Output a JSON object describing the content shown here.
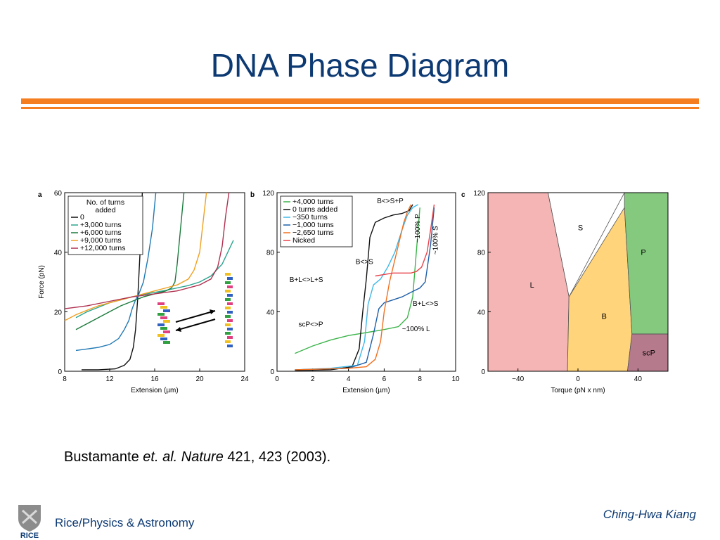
{
  "slide": {
    "title": "DNA Phase Diagram",
    "citation": {
      "author": "Bustamante",
      "etal": "et. al.",
      "journal": "Nature",
      "rest": "421, 423 (2003)."
    },
    "author": "Ching-Hwa Kiang",
    "footer_org": "Rice/Physics & Astronomy",
    "logo_text": "RICE",
    "accent_color": "#f57e20",
    "title_color": "#0d3a73"
  },
  "chart_data": [
    {
      "panel": "a",
      "type": "line",
      "xlabel": "Extension (µm)",
      "ylabel": "Force (pN)",
      "xlim": [
        8,
        24
      ],
      "ylim": [
        0,
        60
      ],
      "xticks": [
        8,
        12,
        16,
        20,
        24
      ],
      "yticks": [
        0,
        20,
        40,
        60
      ],
      "legend_title": "No. of turns added",
      "legend_position": "top-left",
      "series": [
        {
          "name": "0",
          "color": "#111111",
          "x": [
            9.5,
            11,
            12.5,
            13.3,
            13.8,
            14.1,
            14.3,
            14.5,
            14.7,
            14.9
          ],
          "y": [
            0.5,
            0.5,
            0.8,
            2,
            4,
            8,
            14,
            25,
            40,
            60
          ]
        },
        {
          "name": "+3,000 turns",
          "color": "#2aa58e",
          "x": [
            9,
            10,
            11,
            12,
            13,
            14,
            15,
            16,
            17,
            18,
            19,
            20,
            21,
            22,
            23
          ],
          "y": [
            18,
            20,
            21.5,
            23,
            24,
            25,
            25.8,
            26.5,
            27.2,
            28,
            28.8,
            30,
            32,
            36,
            44
          ]
        },
        {
          "name": "+6,000 turns",
          "color": "#1b7a3c",
          "x": [
            9,
            10,
            11,
            12,
            13,
            14,
            15,
            16,
            17,
            17.5,
            17.8,
            18,
            18.3,
            18.6
          ],
          "y": [
            14,
            16,
            18,
            20,
            22,
            23.5,
            25,
            26,
            27,
            28,
            30,
            36,
            48,
            60
          ]
        },
        {
          "name": "+9,000 turns",
          "color": "#f0a020",
          "x": [
            8,
            9,
            10,
            11,
            12,
            13,
            14,
            15,
            16,
            17,
            18,
            19,
            19.5,
            20,
            20.3,
            20.6
          ],
          "y": [
            17,
            19,
            20.5,
            22,
            23,
            24,
            25,
            26,
            27,
            28,
            29,
            31,
            34,
            40,
            50,
            60
          ]
        },
        {
          "name": "+12,000 turns",
          "color": "#b03050",
          "x": [
            8,
            10,
            12,
            14,
            16,
            18,
            20,
            21,
            21.6,
            22,
            22.3,
            22.6
          ],
          "y": [
            21,
            22,
            23.5,
            25,
            26,
            27,
            29,
            31,
            35,
            42,
            52,
            60
          ]
        },
        {
          "name": "",
          "color": "#1f78b4",
          "x": [
            9,
            10,
            11,
            12,
            12.8,
            13.3,
            13.7,
            14,
            14.3,
            14.6,
            15,
            15.4,
            15.8,
            16.1
          ],
          "y": [
            7,
            7.5,
            8,
            9,
            11,
            14,
            17,
            21,
            24,
            26,
            30,
            38,
            48,
            60
          ]
        }
      ]
    },
    {
      "panel": "b",
      "type": "line",
      "xlabel": "Extension (µm)",
      "ylabel": "",
      "xlim": [
        0,
        10
      ],
      "ylim": [
        0,
        120
      ],
      "xticks": [
        0,
        2,
        4,
        6,
        8,
        10
      ],
      "yticks": [
        0,
        40,
        80,
        120
      ],
      "legend_position": "top-left",
      "annotations": [
        "B<>S+P",
        "B<>S",
        "B+L<>L+S",
        "scP<>P",
        "~100% P",
        "~100% S",
        "B+L<>S",
        "~100% L"
      ],
      "series": [
        {
          "name": "+4,000 turns",
          "color": "#3cb44b",
          "x": [
            1,
            2,
            3,
            4,
            5,
            6,
            6.8,
            7.3,
            7.6,
            7.8,
            8
          ],
          "y": [
            12,
            17,
            21,
            24,
            26,
            28,
            30,
            36,
            50,
            80,
            110
          ]
        },
        {
          "name": "0 turns added",
          "color": "#111111",
          "x": [
            1,
            3,
            4.2,
            4.6,
            4.8,
            5,
            5.2,
            5.5,
            6,
            6.5,
            7,
            7.4,
            7.6
          ],
          "y": [
            0.5,
            1,
            3,
            15,
            40,
            62,
            90,
            100,
            103,
            105,
            106,
            108,
            112
          ]
        },
        {
          "name": "-350 turns",
          "color": "#3fb8e8",
          "x": [
            1,
            3,
            4.5,
            4.9,
            5.1,
            5.4,
            5.8,
            6.2,
            6.6,
            7,
            7.3,
            7.6,
            7.9
          ],
          "y": [
            1,
            2,
            4,
            20,
            45,
            58,
            62,
            70,
            80,
            95,
            105,
            110,
            112
          ]
        },
        {
          "name": "-1,000 turns",
          "color": "#1f5fa8",
          "x": [
            1,
            4,
            5,
            5.4,
            5.7,
            6,
            6.5,
            7,
            7.5,
            8,
            8.3,
            8.6,
            8.8
          ],
          "y": [
            1,
            2,
            6,
            25,
            42,
            46,
            48,
            50,
            53,
            56,
            60,
            85,
            110
          ]
        },
        {
          "name": "-2,650 turns",
          "color": "#f07020",
          "x": [
            1,
            4,
            5,
            5.5,
            5.8,
            6,
            6.3,
            6.6,
            6.9,
            7.1,
            7.3,
            7.5
          ],
          "y": [
            1,
            2,
            3,
            8,
            20,
            40,
            60,
            75,
            90,
            100,
            107,
            112
          ]
        },
        {
          "name": "Nicked",
          "color": "#e8434a",
          "x": [
            5.5,
            6,
            6.5,
            7,
            7.5,
            7.8,
            8.1,
            8.4,
            8.6,
            8.8
          ],
          "y": [
            64,
            65,
            66,
            66,
            66,
            67,
            70,
            80,
            95,
            112
          ]
        }
      ]
    },
    {
      "panel": "c",
      "type": "area",
      "xlabel": "Torque (pN x nm)",
      "ylabel": "",
      "xlim": [
        -60,
        60
      ],
      "ylim": [
        0,
        120
      ],
      "xticks": [
        -40,
        0,
        40
      ],
      "yticks": [
        0,
        40,
        80,
        120
      ],
      "regions": [
        {
          "label": "S",
          "color": "#ffffff",
          "polygon": [
            [
              -20,
              120
            ],
            [
              31,
              120
            ],
            [
              -6,
              50
            ]
          ]
        },
        {
          "label": "L",
          "color": "#f5b5b5",
          "polygon": [
            [
              -60,
              120
            ],
            [
              -20,
              120
            ],
            [
              -6,
              50
            ],
            [
              -7,
              0
            ],
            [
              -60,
              0
            ]
          ]
        },
        {
          "label": "B",
          "color": "#ffd47a",
          "polygon": [
            [
              -6,
              50
            ],
            [
              31,
              110
            ],
            [
              36,
              25
            ],
            [
              33,
              0
            ],
            [
              -7,
              0
            ]
          ]
        },
        {
          "label": "P",
          "color": "#85c97f",
          "polygon": [
            [
              31,
              120
            ],
            [
              60,
              120
            ],
            [
              60,
              25
            ],
            [
              36,
              25
            ],
            [
              31,
              110
            ]
          ]
        },
        {
          "label": "scP",
          "color": "#b57a8c",
          "polygon": [
            [
              36,
              25
            ],
            [
              60,
              25
            ],
            [
              60,
              0
            ],
            [
              33,
              0
            ]
          ]
        }
      ]
    }
  ]
}
